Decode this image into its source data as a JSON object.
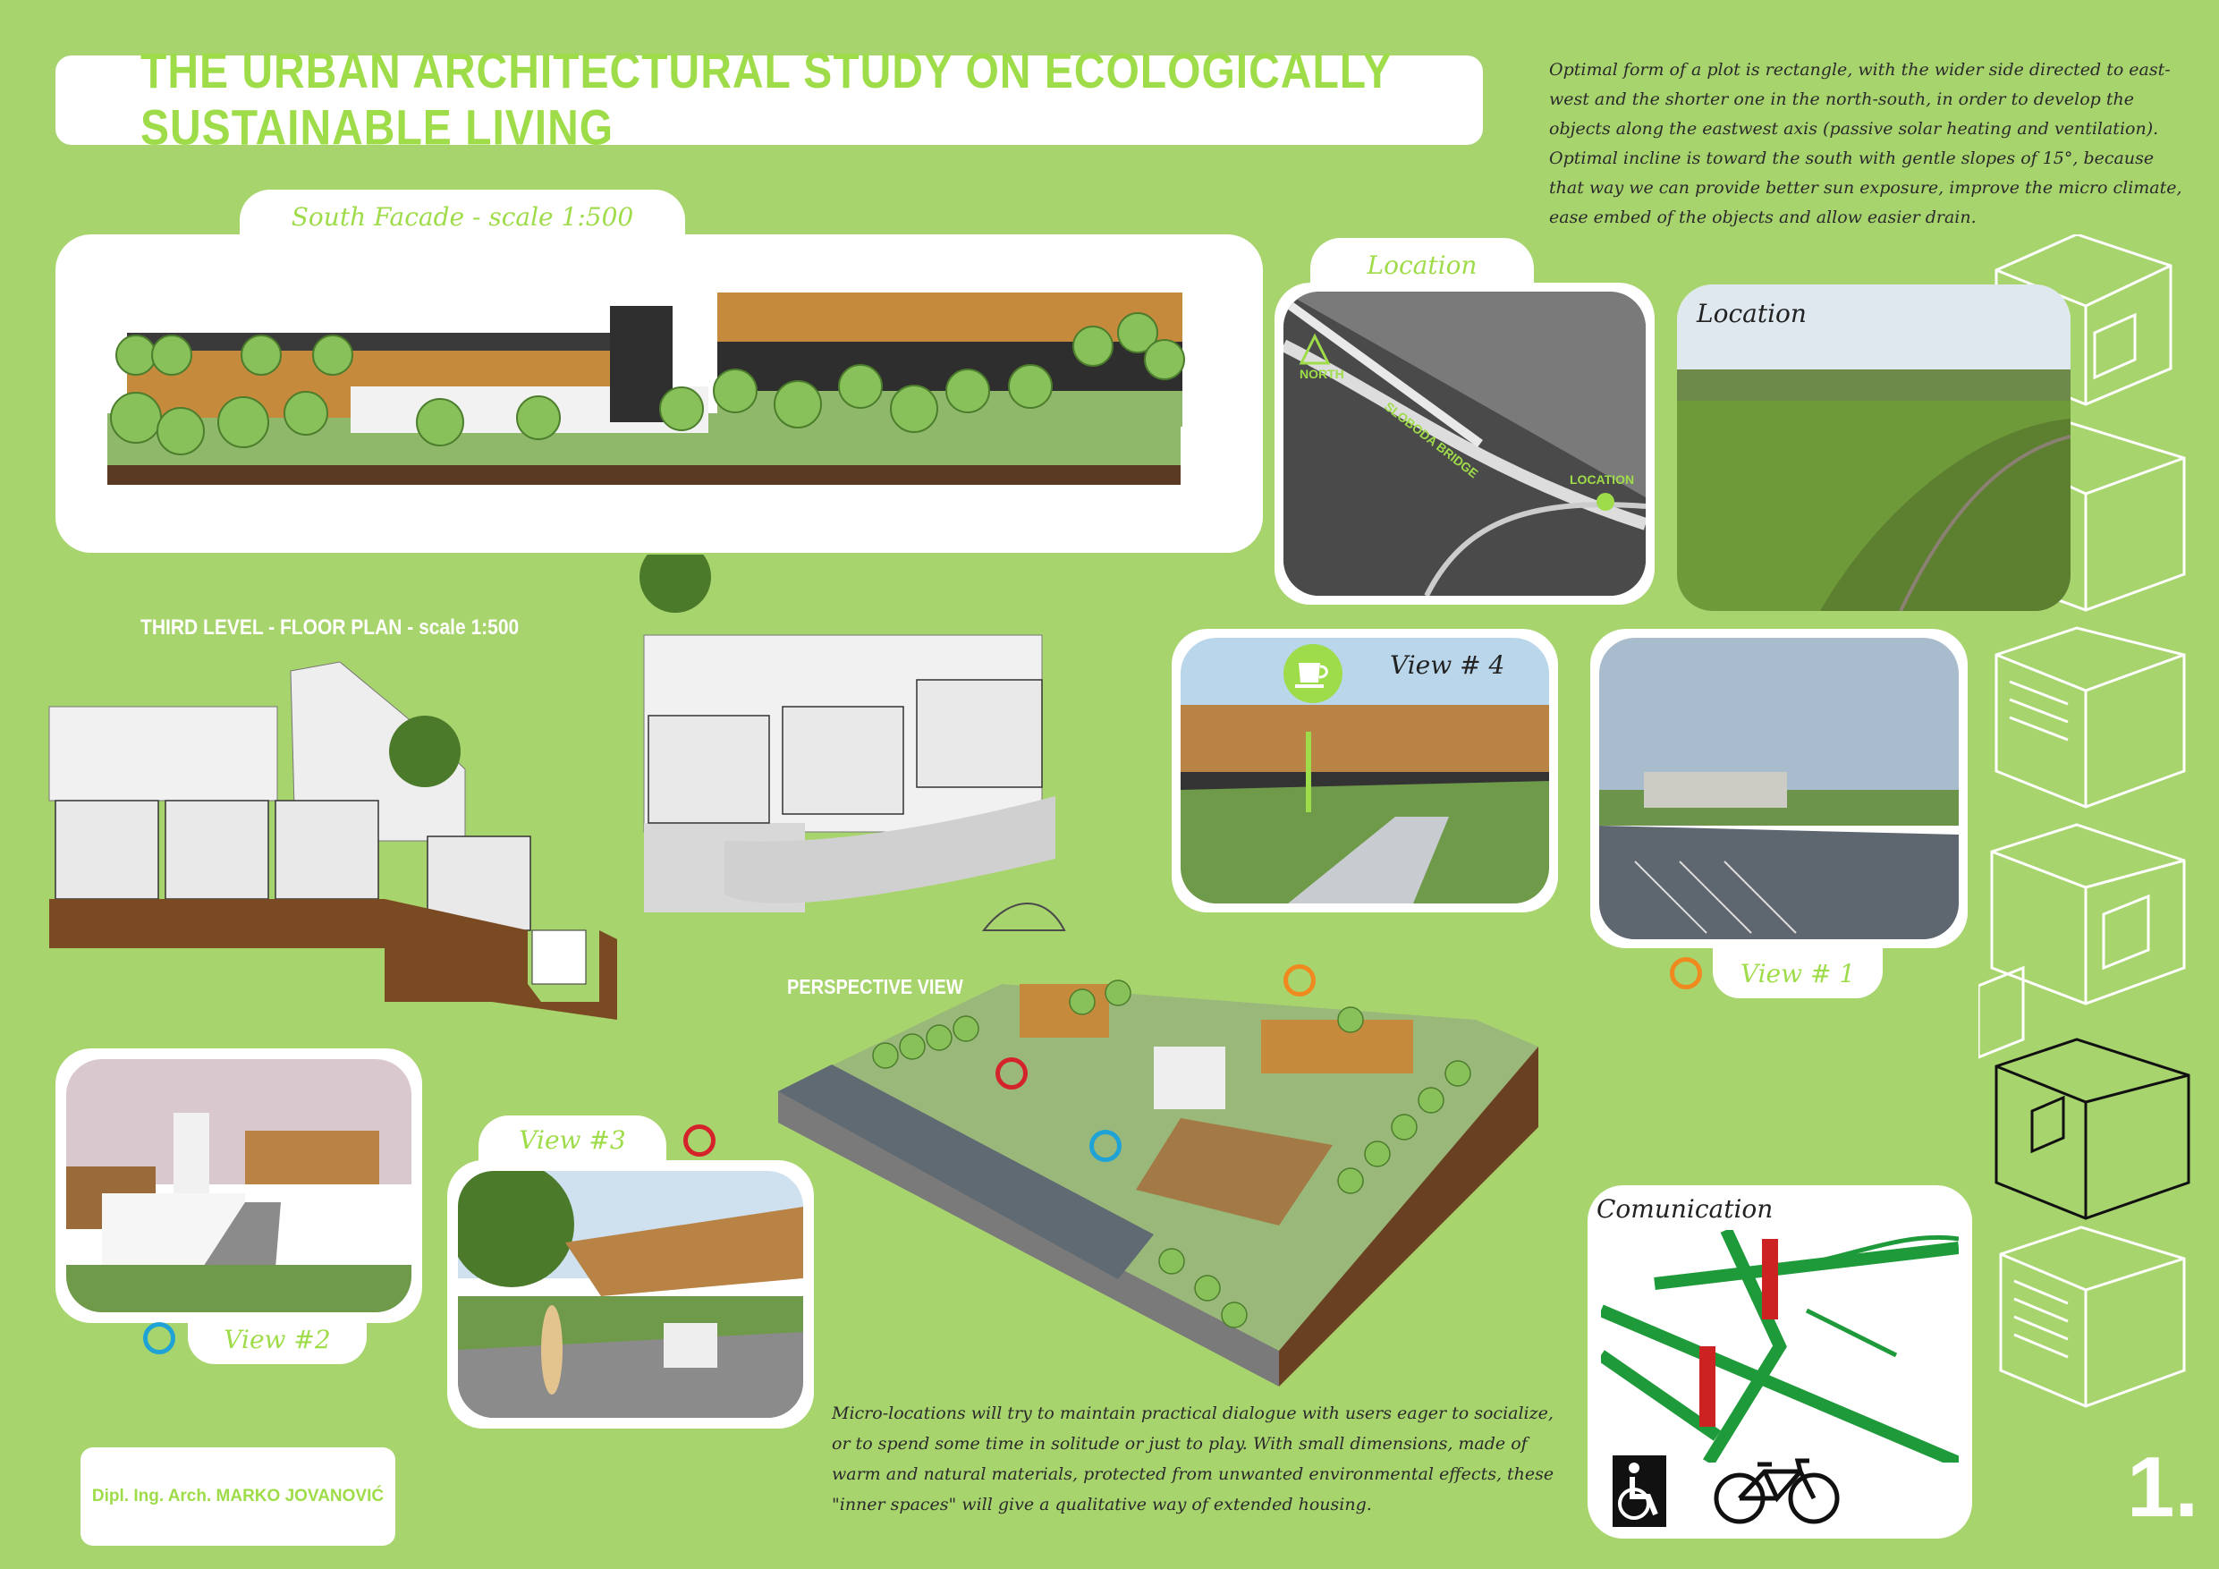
{
  "title": "THE URBAN ARCHITECTURAL STUDY ON ECOLOGICALLY SUSTAINABLE LIVING",
  "intro_text": "Optimal form of a plot is rectangle, with the wider side directed to east-west and the shorter one in the north-south, in order to develop the objects along the eastwest axis (passive solar heating and ventilation). Optimal incline is toward the south with gentle slopes of 15°, because that way we can provide better sun exposure, improve the micro climate, ease embed of the objects and allow easier drain.",
  "south_facade_label": "South Facade - scale  1:500",
  "location_label_1": "Location",
  "location_label_2": "Location",
  "map_north_label": "NORTH",
  "map_bridge_label": "SLOBODA BRIDGE",
  "map_location_label": "LOCATION",
  "floor_plan_label": "THIRD LEVEL - FLOOR PLAN - scale 1:500",
  "perspective_label": "PERSPECTIVE VIEW",
  "view4_label": "View # 4",
  "view1_label": "View # 1",
  "view2_label": "View  #2",
  "view3_label": "View  #3",
  "communication_label": "Comunication",
  "micro_text": "Micro-locations will try to maintain practical dialogue with users eager to socialize, or to spend some time in solitude or just to play. With small dimensions, made of warm and natural materials, protected from unwanted environmental effects, these \"inner spaces\" will give a qualitative way of extended housing.",
  "credit": "Dipl. Ing. Arch. MARKO JOVANOVIĆ",
  "page_number": "1.",
  "icons": [
    "cup-icon",
    "wheelchair-icon",
    "bicycle-icon"
  ],
  "colors": {
    "background": "#a8d46e",
    "accent_green": "#9fdc4a",
    "ring_red": "#d4232a",
    "ring_blue": "#1fa3d6",
    "ring_orange": "#f08a1f"
  }
}
